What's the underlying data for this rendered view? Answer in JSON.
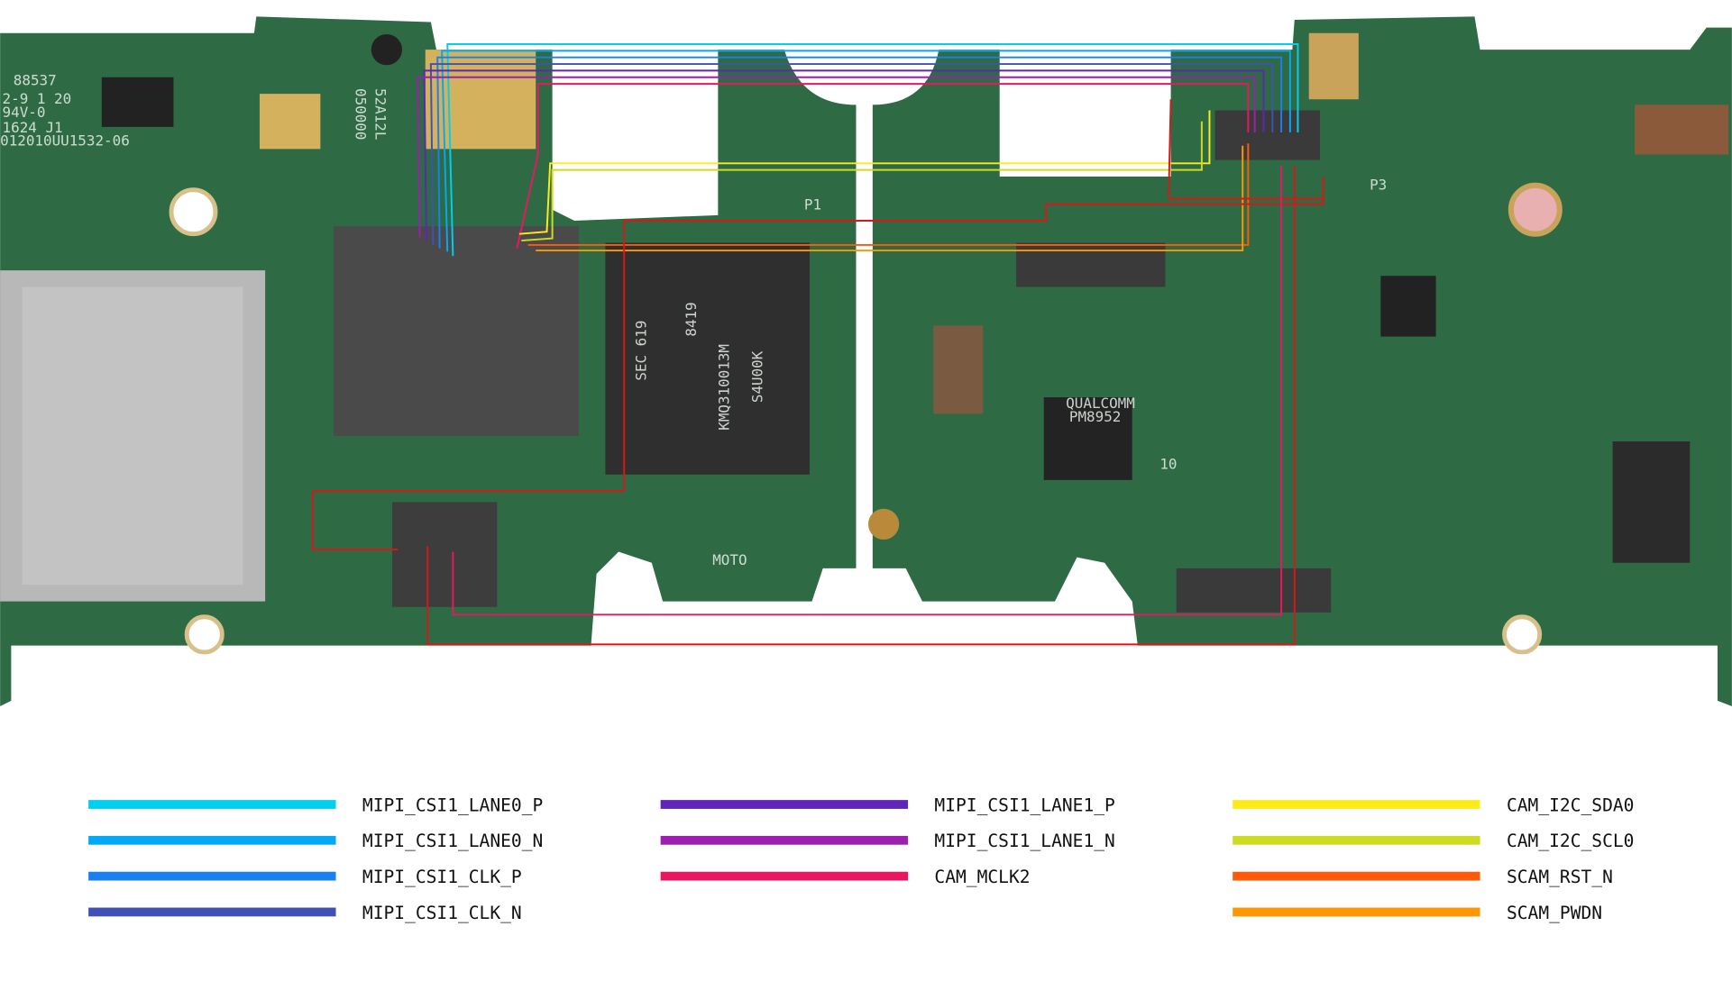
{
  "board": {
    "silkscreen": [
      "88537",
      "2-9 1 20",
      "94V-0",
      "1624 J1",
      "012010UU1532-06",
      "52A12L",
      "050000",
      "SEC 619",
      "8419",
      "KMQ310013M",
      "S4U00K",
      "QUALCOMM",
      "PM8952",
      "P1",
      "P3",
      "MOTO",
      "10"
    ]
  },
  "legend": [
    {
      "label": "MIPI_CSI1_LANE0_P",
      "color": "#00cfee"
    },
    {
      "label": "MIPI_CSI1_LANE0_N",
      "color": "#03a9f4"
    },
    {
      "label": "MIPI_CSI1_CLK_P",
      "color": "#1a7ff0"
    },
    {
      "label": "MIPI_CSI1_CLK_N",
      "color": "#3f51b5"
    },
    {
      "label": "MIPI_CSI1_LANE1_P",
      "color": "#5e25b8"
    },
    {
      "label": "MIPI_CSI1_LANE1_N",
      "color": "#9c1fb0"
    },
    {
      "label": "CAM_MCLK2",
      "color": "#e91760"
    },
    {
      "label": "CAM_I2C_SDA0",
      "color": "#ffeb1a"
    },
    {
      "label": "CAM_I2C_SCL0",
      "color": "#cddc22"
    },
    {
      "label": "SCAM_RST_N",
      "color": "#ff5a0a"
    },
    {
      "label": "SCAM_PWDN",
      "color": "#ff9800"
    }
  ]
}
